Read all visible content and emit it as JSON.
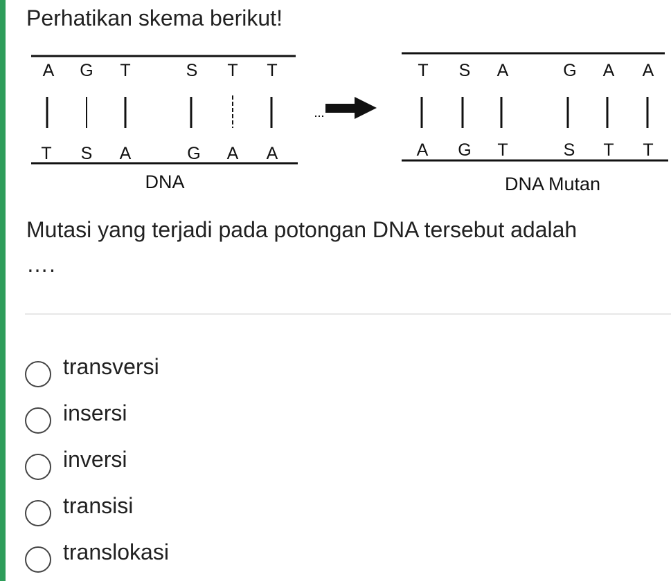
{
  "question": {
    "title": "Perhatikan skema berikut!",
    "text": "Mutasi yang terjadi pada potongan DNA tersebut adalah",
    "ellipsis": "…."
  },
  "figure": {
    "left": {
      "top_strand": [
        "A",
        "G",
        "T",
        "S",
        "T",
        "T"
      ],
      "bottom_strand": [
        "T",
        "S",
        "A",
        "G",
        "A",
        "A"
      ],
      "caption": "DNA"
    },
    "right": {
      "top_strand": [
        "T",
        "S",
        "A",
        "G",
        "A",
        "A"
      ],
      "bottom_strand": [
        "A",
        "G",
        "T",
        "S",
        "T",
        "T"
      ],
      "caption": "DNA Mutan"
    },
    "arrow_icon": "right-arrow-icon"
  },
  "options": [
    {
      "label": "transversi",
      "selected": false
    },
    {
      "label": "insersi",
      "selected": false
    },
    {
      "label": "inversi",
      "selected": false
    },
    {
      "label": "transisi",
      "selected": false
    },
    {
      "label": "translokasi",
      "selected": false
    }
  ],
  "colors": {
    "accent": "#2e9d5a",
    "text": "#212121",
    "radio_border": "#444444",
    "divider": "#e7e7e7"
  }
}
